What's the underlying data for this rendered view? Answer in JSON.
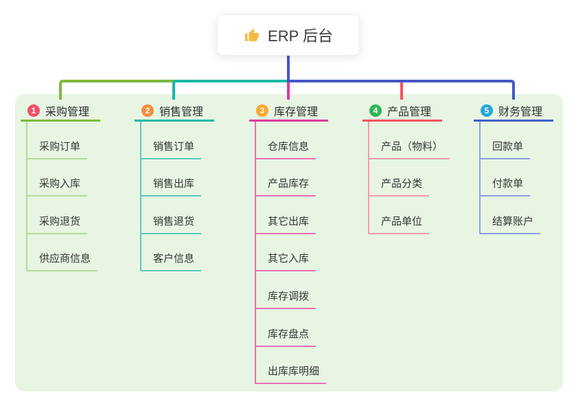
{
  "root": {
    "icon": "thumbs-up",
    "label": "ERP 后台"
  },
  "colors": {
    "trunk": "#4457c7",
    "panel_bg": "#e7f5e2",
    "thumb_icon": "#f5b940"
  },
  "branches": [
    {
      "badge": "1",
      "label": "采购管理",
      "badge_color": "#f0506a",
      "line_color": "#7cb93f",
      "child_line_color": "#b5db9a",
      "children": [
        "采购订单",
        "采购入库",
        "采购退货",
        "供应商信息"
      ]
    },
    {
      "badge": "2",
      "label": "销售管理",
      "badge_color": "#f68c3f",
      "line_color": "#17b9a7",
      "child_line_color": "#5ec9bc",
      "children": [
        "销售订单",
        "销售出库",
        "销售退货",
        "客户信息"
      ]
    },
    {
      "badge": "3",
      "label": "库存管理",
      "badge_color": "#f8a92d",
      "line_color": "#df3a9d",
      "child_line_color": "#e96fb7",
      "children": [
        "仓库信息",
        "产品库存",
        "其它出库",
        "其它入库",
        "库存调拨",
        "库存盘点",
        "出库库明细"
      ]
    },
    {
      "badge": "4",
      "label": "产品管理",
      "badge_color": "#2fb45a",
      "line_color": "#f5505f",
      "child_line_color": "#f79aa6",
      "children": [
        "产品（物料）",
        "产品分类",
        "产品单位"
      ]
    },
    {
      "badge": "5",
      "label": "财务管理",
      "badge_color": "#29a4dd",
      "line_color": "#3f60c8",
      "child_line_color": "#8aa2dd",
      "children": [
        "回款单",
        "付款单",
        "结算账户"
      ]
    }
  ]
}
